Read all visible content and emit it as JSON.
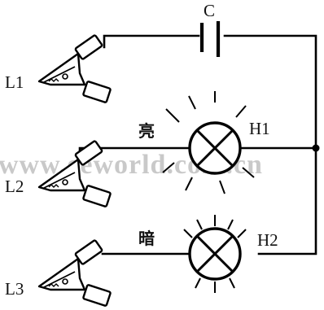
{
  "diagram": {
    "capacitor_label": "C",
    "clips": [
      {
        "label": "L1"
      },
      {
        "label": "L2"
      },
      {
        "label": "L3"
      }
    ],
    "lamps": [
      {
        "label": "H1",
        "state_label": "亮"
      },
      {
        "label": "H2",
        "state_label": "暗"
      }
    ],
    "watermark": "www.eeworld.com.cn"
  },
  "colors": {
    "line": "#000000",
    "background": "#ffffff",
    "watermark": "#c9c9c9"
  }
}
